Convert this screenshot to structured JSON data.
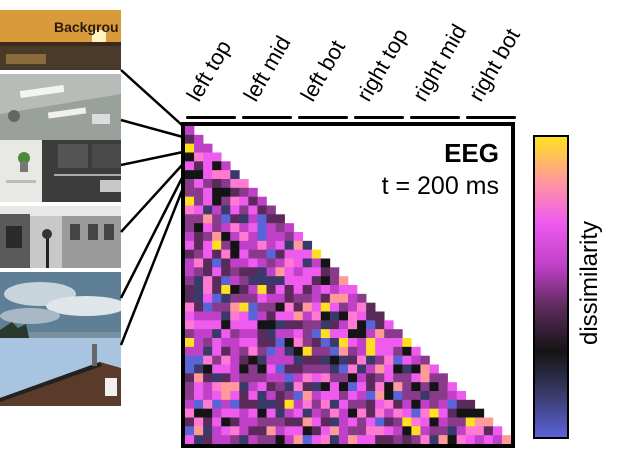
{
  "panel": {
    "title": "EEG",
    "subtitle": "t = 200 ms"
  },
  "columns": [
    {
      "label": "left top"
    },
    {
      "label": "left mid"
    },
    {
      "label": "left bot"
    },
    {
      "label": "right top"
    },
    {
      "label": "right mid"
    },
    {
      "label": "right bot"
    }
  ],
  "thumbnails": [
    {
      "name": "background-sign",
      "sign_text": "Backgrou"
    },
    {
      "name": "ceiling-lights",
      "sign_text": ""
    },
    {
      "name": "kitchen-shelf",
      "sign_text": ""
    },
    {
      "name": "building-street",
      "sign_text": ""
    },
    {
      "name": "cloudy-sky",
      "sign_text": ""
    },
    {
      "name": "house-roof",
      "sign_text": ""
    }
  ],
  "colorbar": {
    "label": "dissimilarity",
    "colors": [
      "#5b63d8",
      "#3a3a6a",
      "#141414",
      "#5a2a5a",
      "#c040c8",
      "#ef5aef",
      "#ff9a9a",
      "#ffe020"
    ]
  },
  "chart_data": {
    "type": "heatmap",
    "title": "EEG",
    "subtitle": "t = 200 ms",
    "layout": "lower-triangular",
    "cells_per_side": 36,
    "colorbar_label": "dissimilarity",
    "columns": [
      "left top",
      "left mid",
      "left bot",
      "right top",
      "right mid",
      "right bot"
    ]
  }
}
